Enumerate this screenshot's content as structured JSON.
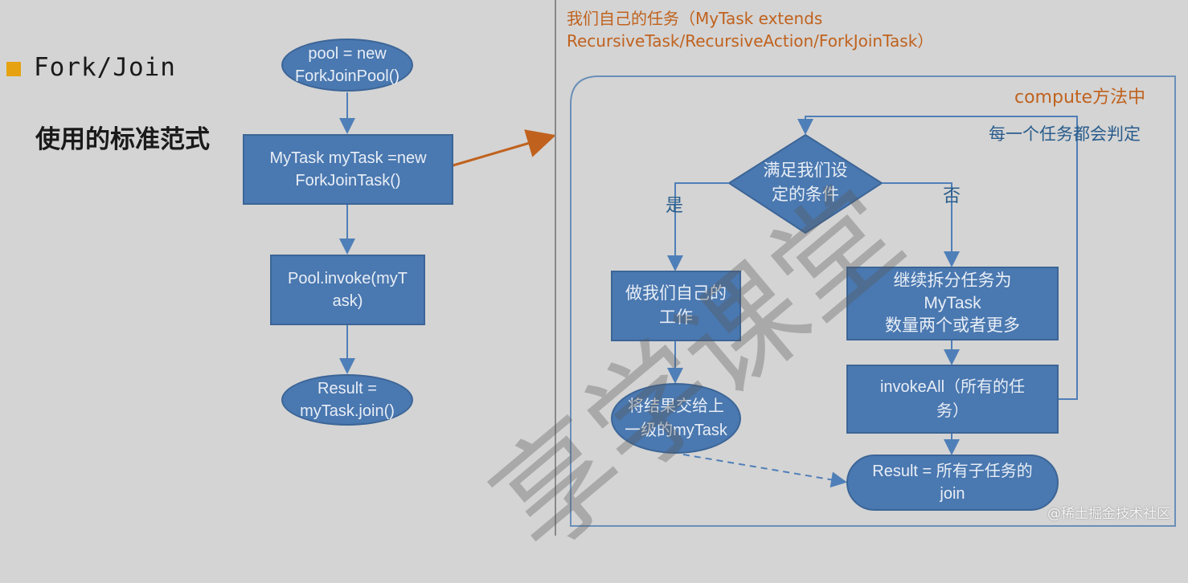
{
  "left_panel": {
    "title": "Fork/Join",
    "subtitle": "使用的标准范式"
  },
  "left_flow": {
    "pool_new": "pool = new\nForkJoinPool()",
    "mytask_new": "MyTask myTask =new\nForkJoinTask()",
    "pool_invoke": "Pool.invoke(myT\nask)",
    "result_join": "Result =\nmyTask.join()"
  },
  "right_panel": {
    "header_line1": "我们自己的任务（MyTask extends",
    "header_line2": "RecursiveTask/RecursiveAction/ForkJoinTask）",
    "compute_label": "compute方法中",
    "each_task_label": "每一个任务都会判定",
    "decision": "满足我们设\n定的条件",
    "yes_label": "是",
    "no_label": "否",
    "do_work": "做我们自己的\n工作",
    "return_result": "将结果交给上\n一级的myTask",
    "split_task": "继续拆分任务为\nMyTask\n数量两个或者更多",
    "invoke_all": "invokeAll（所有的任\n务）",
    "result_all": "Result = 所有子任务的\njoin"
  },
  "watermark": "享学课堂",
  "credit": "@稀土掘金技术社区",
  "colors": {
    "node_fill": "#4a78b0",
    "node_border": "#3c6597",
    "arrow_blue": "#4f7fb8",
    "arrow_orange": "#c0621e",
    "background": "#d4d4d4",
    "bullet": "#e6a210"
  }
}
